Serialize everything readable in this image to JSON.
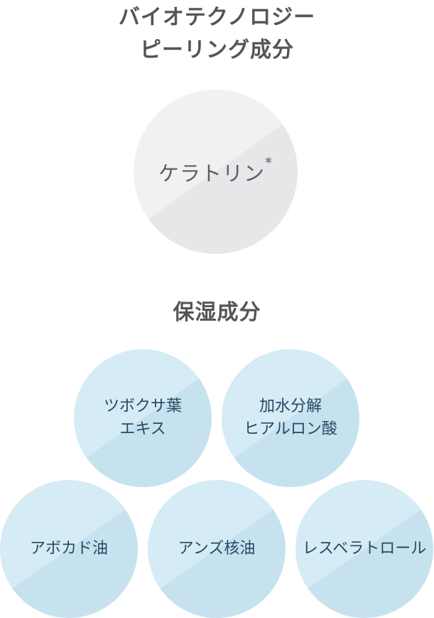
{
  "peeling_section": {
    "title_line1": "バイオテクノロジー",
    "title_line2": "ピーリング成分",
    "ingredient": {
      "name": "ケラトリン",
      "mark": "*"
    }
  },
  "moisture_section": {
    "title": "保湿成分",
    "ingredients": [
      {
        "line1": "ツボクサ葉",
        "line2": "エキス"
      },
      {
        "line1": "加水分解",
        "line2": "ヒアルロン酸"
      },
      {
        "line1": "アボカド油"
      },
      {
        "line1": "アンズ核油"
      },
      {
        "line1": "レスベラトロール"
      }
    ]
  },
  "colors": {
    "heading": "#555555",
    "gray_circle_light": "#f2f1f2",
    "gray_circle_dark": "#e8e6e8",
    "blue_circle_light": "#d5ebf5",
    "blue_circle_dark": "#c7e2ef",
    "blue_text": "#244a66"
  }
}
